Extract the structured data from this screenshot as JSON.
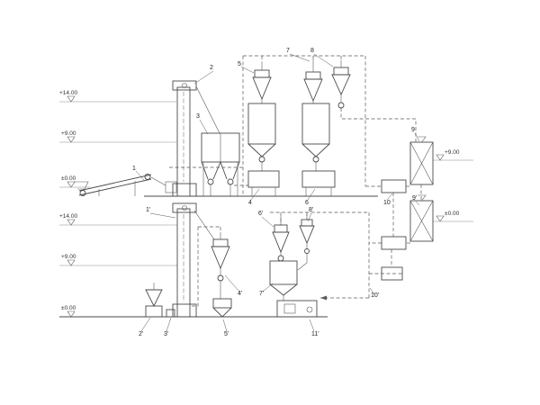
{
  "diagram": {
    "kind": "process-flow-diagram",
    "elevation_labels": {
      "tl1": "+14.00",
      "tl2": "+9.00",
      "tl3": "±0.00",
      "bl1": "+14.00",
      "bl2": "+9.00",
      "bl3": "±0.00",
      "r1": "+9.00",
      "r2": "±0.00"
    },
    "equipment_labels": {
      "e1": "1",
      "e2": "2",
      "e3": "3",
      "e4": "4",
      "e5": "5",
      "e6": "6",
      "e7": "7",
      "e8": "8",
      "e9": "9",
      "e10": "10",
      "b1": "1'",
      "b2": "2'",
      "b3": "3'",
      "b4": "4'",
      "b5": "5'",
      "b6": "6'",
      "b7": "7'",
      "b8": "8'",
      "b9": "9'",
      "b10": "10'",
      "b11": "11'"
    }
  }
}
